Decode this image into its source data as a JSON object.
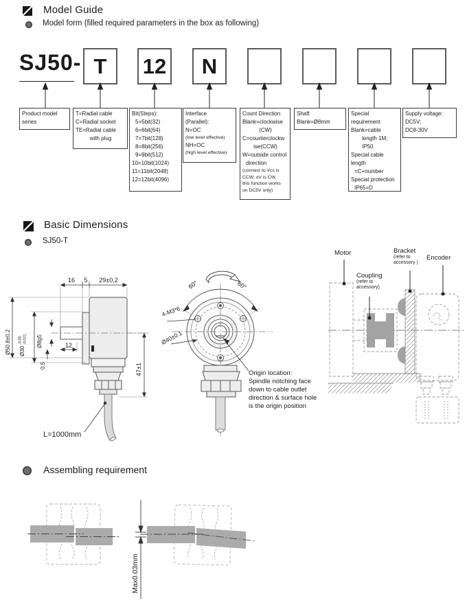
{
  "model_guide": {
    "title": "Model Guide",
    "subtitle": "Model form (filled required parameters in the box as following)",
    "prefix": "SJ50-",
    "boxes": [
      "T",
      "12",
      "N",
      "",
      "",
      "",
      ""
    ],
    "desc_product": [
      "Product model",
      "series"
    ],
    "desc_cable": [
      "T=Radial cable",
      "C=Radial socket",
      "TE=Radial cable",
      {
        "t": "with plug",
        "c": "ctr"
      }
    ],
    "desc_bit": [
      "Bit(Steps):",
      {
        "t": "5=5bit(32)",
        "c": "ind1"
      },
      {
        "t": "6=6bit(64)",
        "c": "ind1"
      },
      {
        "t": "7=7bit(128)",
        "c": "ind1"
      },
      {
        "t": "8=8bit(256)",
        "c": "ind1"
      },
      {
        "t": "9=9bit(512)",
        "c": "ind1"
      },
      "10=10bit(1024)",
      "11=11bit(2048)",
      "12=12bit(4096)"
    ],
    "desc_interface": [
      "Interface",
      "(Parallel):",
      "N=OC",
      {
        "t": "(low level effective)",
        "c": "sm"
      },
      "NH=OC",
      {
        "t": "(high level effective)",
        "c": "sm"
      }
    ],
    "desc_count": [
      "Count Direction",
      "Blank=clockwise",
      {
        "t": "(CW)",
        "c": "ctr"
      },
      "C=counterclockw",
      {
        "t": "ise(CCW)",
        "c": "ctr"
      },
      "W=outside control",
      {
        "t": "direction",
        "c": "ind1"
      },
      {
        "t": "(connect to Vcc is",
        "c": "sm"
      },
      {
        "t": "CCW, oV is CW,",
        "c": "sm"
      },
      {
        "t": "this function works",
        "c": "sm"
      },
      {
        "t": "on DC5V only)",
        "c": "sm"
      }
    ],
    "desc_shaft": [
      "Shaft",
      "Blank=Ø8mm"
    ],
    "desc_special": [
      "Special",
      "requirement",
      "Blank=cable",
      {
        "t": "length 1M;",
        "c": "ind2"
      },
      {
        "t": "IP50",
        "c": "ind2"
      },
      "Special cable",
      "length",
      {
        "t": "=C+number",
        "c": "ind1"
      },
      "Special protection",
      {
        "t": "IP65=D",
        "c": "ind1"
      }
    ],
    "desc_supply": [
      "Supply voltage:",
      "DC5V;",
      "DC8-30V"
    ]
  },
  "basic": {
    "title": "Basic Dimensions",
    "subtitle": "SJ50-T",
    "side": {
      "dim16": "16",
      "dim5": "5",
      "dim29": "29±0,2",
      "dia_body": "Ø50.8±0,2",
      "dia_boss": "Ø30",
      "tol_top": "-0.00",
      "tol_bot": "-0.021",
      "dia_shaft": "Ø8g5",
      "dim12": "12",
      "dim05": "0.5",
      "dim47": "47±1",
      "cable": "L=1000mm"
    },
    "front": {
      "a60l": "60°",
      "a60r": "60°",
      "screws": "4-M3*6",
      "bolt_circle": "Ø40±0.1",
      "origin_note": [
        "Origin location:",
        "Spindle notching face",
        "down to cable outlet",
        "direction & surface hole",
        "is the origin position"
      ]
    },
    "assembly": {
      "motor": "Motor",
      "coupling": "Coupling",
      "coupling_sub": [
        "(refer to",
        "accessory)"
      ],
      "bracket": "Bracket",
      "bracket_sub": [
        "(refer to",
        "accessory )"
      ],
      "encoder": "Encoder"
    }
  },
  "assembling": {
    "title": "Assembling requirement",
    "max_offset": "Max0.03mm"
  }
}
